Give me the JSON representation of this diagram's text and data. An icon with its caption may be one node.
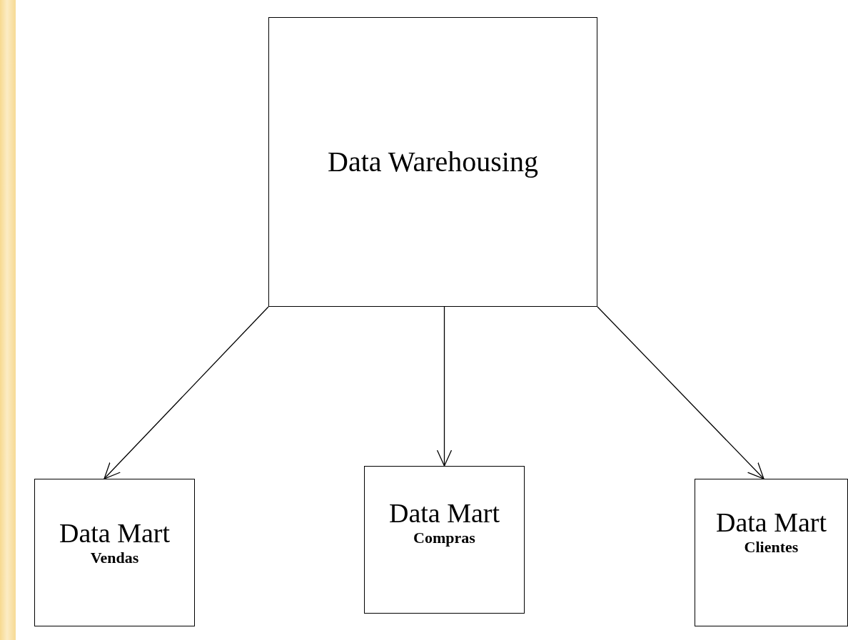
{
  "diagram": {
    "nodes": [
      {
        "text": [
          "Data Warehousing"
        ]
      },
      {
        "text": [
          "Data Mart",
          "Vendas"
        ]
      },
      {
        "text": [
          "Data Mart",
          "Compras"
        ]
      },
      {
        "text": [
          "Data Mart",
          "Clientes"
        ]
      }
    ],
    "edges": [
      {
        "from": 0,
        "to": 1,
        "arrow": "to"
      },
      {
        "from": 0,
        "to": 2,
        "arrow": "to"
      },
      {
        "from": 0,
        "to": 3,
        "arrow": "to"
      }
    ]
  }
}
